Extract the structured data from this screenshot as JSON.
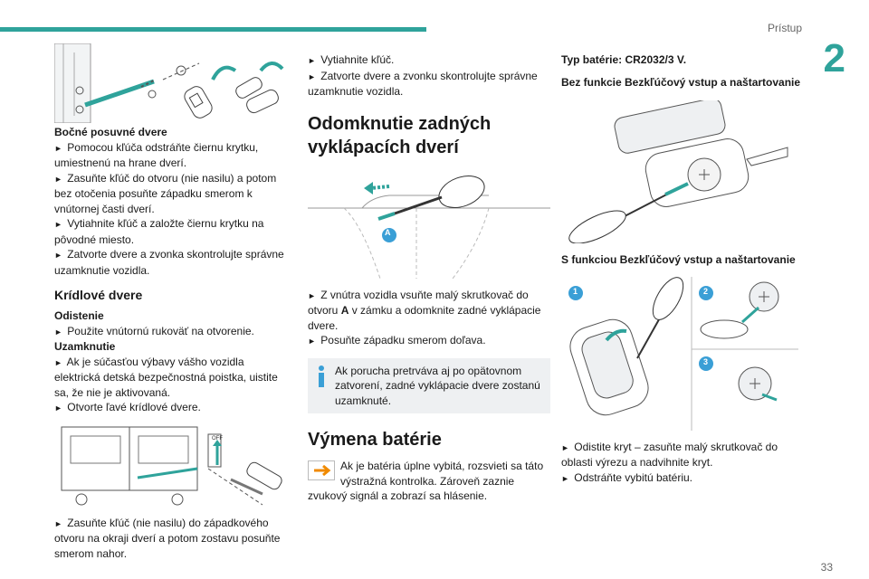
{
  "header": {
    "title": "Prístup",
    "chapter": "2",
    "page": "33"
  },
  "colors": {
    "accent": "#2fa39b",
    "callout": "#3a9fd6",
    "warning": "#f08a00"
  },
  "col1": {
    "section1_title": "Bočné posuvné dvere",
    "section1_steps": [
      "Pomocou kľúča odstráňte čiernu krytku, umiestnenú na hrane dverí.",
      "Zasuňte kľúč do otvoru (nie nasilu) a potom bez otočenia posuňte západku smerom k vnútornej časti dverí.",
      "Vytiahnite kľúč a založte čiernu krytku na pôvodné miesto.",
      "Zatvorte dvere a zvonka skontrolujte správne uzamknutie vozidla."
    ],
    "heading_kridlove": "Krídlové dvere",
    "odistenie_label": "Odistenie",
    "odistenie_step": "Použite vnútornú rukoväť na otvorenie.",
    "uzamknutie_label": "Uzamknutie",
    "uzamknutie_steps": [
      "Ak je súčasťou výbavy vášho vozidla elektrická detská bezpečnostná poistka, uistite sa, že nie je aktivovaná.",
      "Otvorte ľavé krídlové dvere."
    ],
    "off_label": "OFF",
    "bottom_step": "Zasuňte kľúč (nie nasilu) do západkového otvoru na okraji dverí a potom zostavu posuňte smerom nahor."
  },
  "col2": {
    "top_steps": [
      "Vytiahnite kľúč.",
      "Zatvorte dvere a zvonku skontrolujte správne uzamknutie vozidla."
    ],
    "heading_odomknutie": "Odomknutie zadných vyklápacích dverí",
    "callout_a": "A",
    "step_a_prefix": "Z vnútra vozidla vsuňte malý skrutkovač do otvoru ",
    "step_a_bold": "A",
    "step_a_suffix": " v zámku a odomknite zadné vyklápacie dvere.",
    "step_b": "Posuňte západku smerom doľava.",
    "note_text": "Ak porucha pretrváva aj po opätovnom zatvorení, zadné vyklápacie dvere zostanú uzamknuté.",
    "heading_vymena": "Výmena batérie",
    "warn_text": "Ak je batéria úplne vybitá, rozsvieti sa táto výstražná kontrolka. Zároveň zaznie zvukový signál a zobrazí sa hlásenie."
  },
  "col3": {
    "battery_type": "Typ batérie: CR2032/3 V.",
    "without_keyless": "Bez funkcie Bezkľúčový vstup a naštartovanie",
    "with_keyless": "S funkciou Bezkľúčový vstup a naštartovanie",
    "callouts": [
      "1",
      "2",
      "3"
    ],
    "steps": [
      "Odistite kryt – zasuňte malý skrutkovač do oblasti výrezu a nadvihnite kryt.",
      "Odstráňte vybitú batériu."
    ]
  }
}
